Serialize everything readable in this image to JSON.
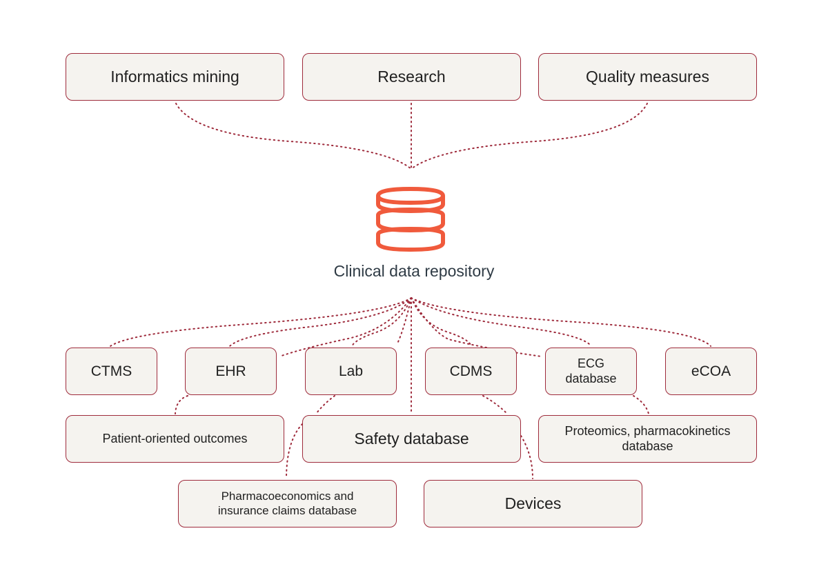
{
  "colors": {
    "accent": "#9e2a3b",
    "icon": "#f05a3c",
    "box_fill": "#f5f3ef",
    "text": "#1f1f1f",
    "label": "#2f3b45"
  },
  "center": {
    "label": "Clinical data repository",
    "icon": "database-icon"
  },
  "top_nodes": [
    {
      "id": "informatics",
      "label": "Informatics mining"
    },
    {
      "id": "research",
      "label": "Research"
    },
    {
      "id": "quality",
      "label": "Quality measures"
    }
  ],
  "source_nodes": [
    {
      "id": "ctms",
      "label": "CTMS"
    },
    {
      "id": "ehr",
      "label": "EHR"
    },
    {
      "id": "lab",
      "label": "Lab"
    },
    {
      "id": "cdms",
      "label": "CDMS"
    },
    {
      "id": "ecg",
      "label": "ECG database"
    },
    {
      "id": "ecoa",
      "label": "eCOA"
    }
  ],
  "lower_nodes": [
    {
      "id": "patient",
      "label": "Patient-oriented outcomes"
    },
    {
      "id": "safety",
      "label": "Safety database"
    },
    {
      "id": "proteomics",
      "label": "Proteomics, pharmacokinetics database"
    },
    {
      "id": "pharmaco",
      "label": "Pharmacoeconomics and insurance claims database"
    },
    {
      "id": "devices",
      "label": "Devices"
    }
  ]
}
